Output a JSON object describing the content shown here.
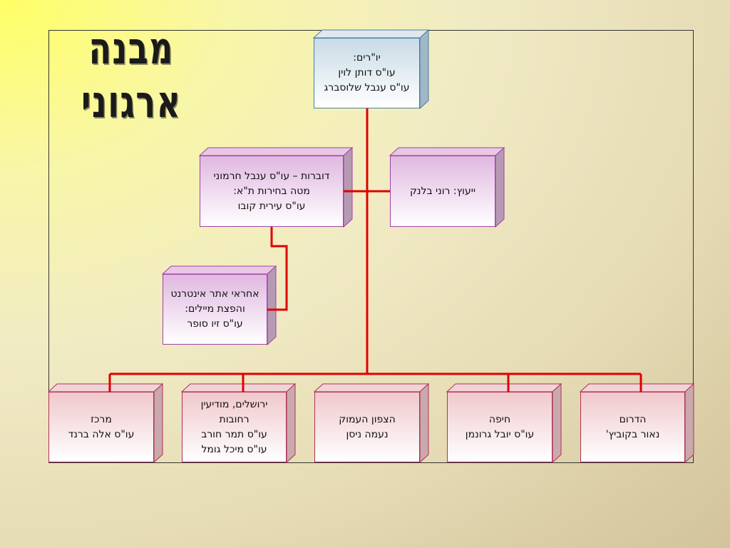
{
  "title": "מבנה ארגוני",
  "nodes": {
    "chair": {
      "lines": [
        "יו\"רים:",
        "עו\"ס דותן לוין",
        "עו\"ס ענבל שלוסברג"
      ]
    },
    "spokes": {
      "lines": [
        "דוברות – עו\"ס ענבל חרמוני",
        "מטה בחירות ת\"א:",
        "עו\"ס עירית קובו"
      ]
    },
    "advisor": {
      "lines": [
        "ייעוץ: רוני בלנק"
      ]
    },
    "web": {
      "lines": [
        "אחראי אתר אינטרנט",
        "והפצת מיילים:",
        "עו\"ס זיו סופר"
      ]
    },
    "south": {
      "lines": [
        "הדרום",
        "נאור בקוביץ'"
      ]
    },
    "haifa": {
      "lines": [
        "חיפה",
        "עו\"ס יובל גרונמן"
      ]
    },
    "north": {
      "lines": [
        "הצפון העמוק",
        "נעמה ניסן"
      ]
    },
    "jerusalem": {
      "lines": [
        "ירושלים, מודיעין",
        "רחובות",
        "עו\"ס תמר חורב",
        "עו\"ס מיכל גומל"
      ]
    },
    "center": {
      "lines": [
        "מרכז",
        "עו\"ס אלה ברנד"
      ]
    }
  },
  "colors": {
    "connector": "#e00000",
    "web_connector": "#e00000"
  }
}
